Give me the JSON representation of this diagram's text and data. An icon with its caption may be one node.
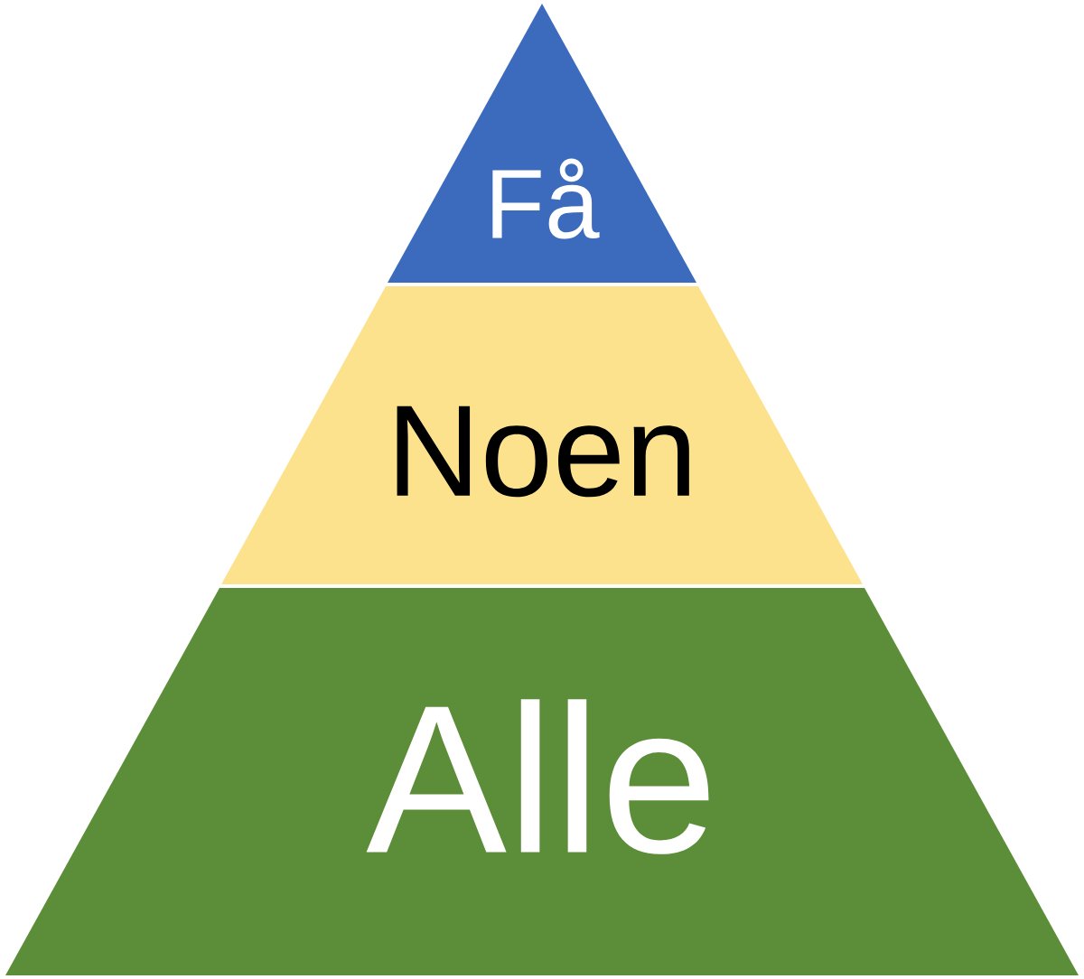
{
  "diagram": {
    "nodes": [
      {
        "text": [
          "Få"
        ]
      },
      {
        "text": [
          "Noen"
        ]
      },
      {
        "text": [
          "Alle"
        ]
      }
    ]
  }
}
